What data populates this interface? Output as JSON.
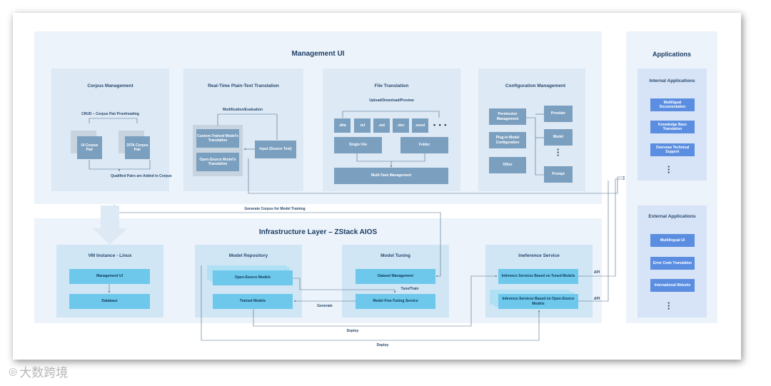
{
  "management": {
    "title": "Management UI",
    "corpus": {
      "title": "Corpus Management",
      "crud": "CRUD – Corpus Pair Proofreading",
      "ui_pair": "UI Corpus Pair",
      "dita_pair": "DITA Corpus Pair",
      "qualified": "Qualified  Pairs are Added to Corpus"
    },
    "realtime": {
      "title": "Real-Time Plain-Text Translation",
      "modification": "Modification/Evaluation",
      "custom": "Custom-Trained Model's Translation",
      "opensource": "Open-Source Model's Translation",
      "input": "Input (Source Text)"
    },
    "file": {
      "title": "File Translation",
      "upload": "Upload/Download/Preview",
      "formats": [
        ".dita",
        ".txt",
        ".md",
        ".doc",
        ".excel"
      ],
      "ellipsis": "• • •",
      "single": "Single File",
      "folder": "Folder",
      "multitask": "Multi-Task Management"
    },
    "config": {
      "title": "Configuration Management",
      "permission": "Permission Management",
      "plugin": "Plug-in Model Configuration",
      "other": "Other",
      "provider": "Provider",
      "model": "Model",
      "prompt": "Prompt"
    },
    "generate_corpus": "Generate Corpus for Model Training"
  },
  "infra": {
    "title": "Infrastructure Layer – ZStack AIOS",
    "vm": {
      "title": "VM Instance - Linux",
      "mgmt_ui": "Management UI",
      "database": "Database"
    },
    "repo": {
      "title": "Model Repository",
      "opensource": "Open-Source Models",
      "trained": "Trained Models"
    },
    "tuning": {
      "title": "Model Tuning",
      "dataset": "Dataset Management",
      "tune_train": "Tune/Train",
      "finetune": "Model Fine-Tuning Service",
      "generate": "Generate"
    },
    "inference": {
      "title": "Ineference Service",
      "tuned": "Inference Services Based on Tuned Models",
      "open": "Inference Services Based on Open-Source Models",
      "api1": "API",
      "api2": "API"
    },
    "deploy1": "Deploy",
    "deploy2": "Deploy"
  },
  "applications": {
    "title": "Applications",
    "internal": {
      "title": "Internal Applications",
      "items": [
        "Multiligual Documentation",
        "Knowledge Base Translation",
        "Overseas Technical Support"
      ]
    },
    "external": {
      "title": "External Applications",
      "items": [
        "Multilingual UI",
        "Error Code Translation",
        "International Website"
      ]
    }
  },
  "watermark": "大数跨境",
  "colors": {
    "box": "#7b9fbf",
    "cyan": "#6dc8ec",
    "app_box": "#5b8ee0",
    "title": "#1c3d66",
    "line": "#4a6a88"
  }
}
